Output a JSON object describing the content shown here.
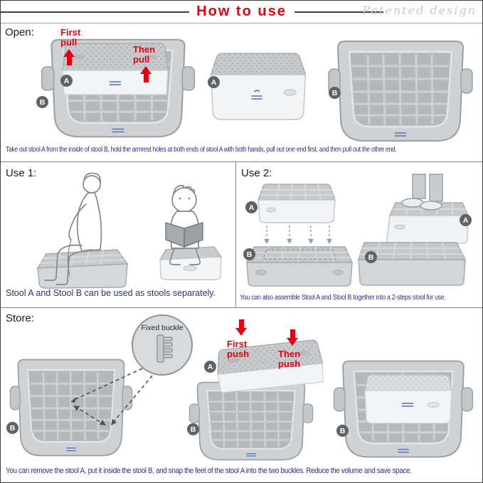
{
  "header": {
    "title": "How to use",
    "watermark": "Patented design"
  },
  "badges": {
    "a": "A",
    "b": "B"
  },
  "open": {
    "label": "Open:",
    "first_pull": "First\npull",
    "then_pull": "Then\npull",
    "caption": "Take out stool A from the inside of stool B,  hold the armrest holes at both ends of stool A with both hands, pull out one end first, and then pull out the other end."
  },
  "use1": {
    "label": "Use 1:",
    "caption": "Stool A and Stool B can be used as stools separately."
  },
  "use2": {
    "label": "Use 2:",
    "caption": "You can also assemble Stool A and Stool B together into a 2-steps stool for use."
  },
  "store": {
    "label": "Store:",
    "buckle": "Fixed buckle",
    "first_push": "First\npush",
    "then_push": "Then\npush",
    "caption": "You can remove the stool A, put it inside the stool B, and snap the feet of the stool A into the two buckles. Reduce the volume and save space."
  },
  "colors": {
    "accent_red": "#e60012",
    "caption_blue": "#2b3280",
    "stool_gray": "#c9cdd0",
    "stool_white": "#f4f5f6",
    "badge_gray": "#5e6367"
  }
}
